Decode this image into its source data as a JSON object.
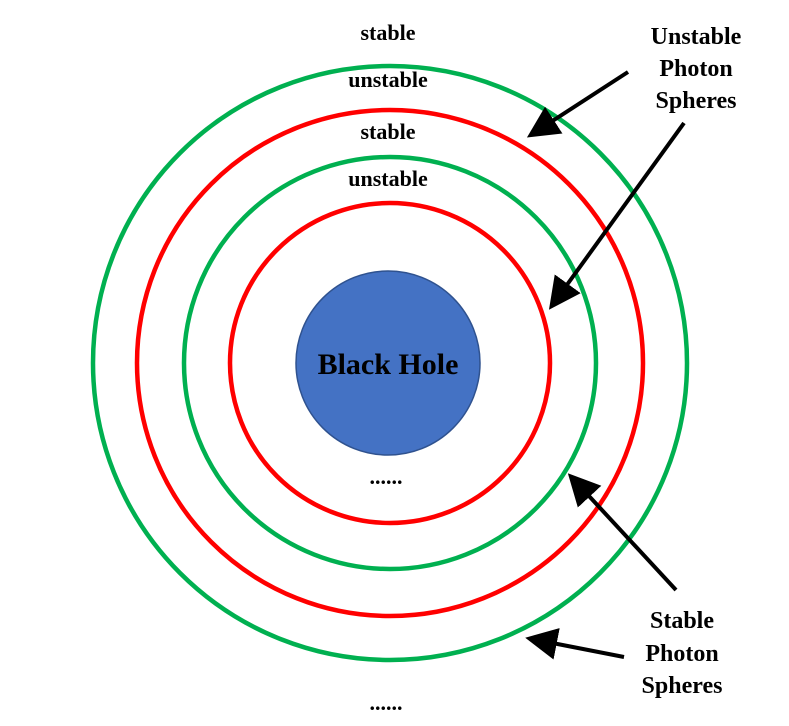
{
  "core": {
    "label": "Black Hole",
    "color": "#4472c4"
  },
  "rings": [
    {
      "label": "stable",
      "kind": "stable"
    },
    {
      "label": "unstable",
      "kind": "unstable"
    },
    {
      "label": "stable",
      "kind": "stable"
    },
    {
      "label": "unstable",
      "kind": "unstable"
    }
  ],
  "callouts": {
    "unstable": {
      "lines": [
        "Unstable",
        "Photon",
        "Spheres"
      ]
    },
    "stable": {
      "lines": [
        "Stable",
        "Photon",
        "Spheres"
      ]
    }
  },
  "continuation": {
    "inner": "......",
    "outer": "......"
  },
  "colors": {
    "stable_ring": "#00b050",
    "unstable_ring": "#ff0000",
    "arrows": "#000000"
  }
}
